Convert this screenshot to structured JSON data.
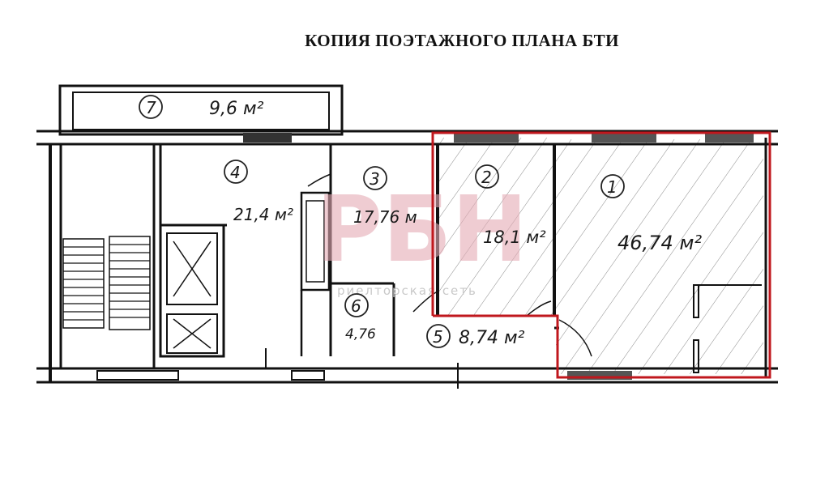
{
  "title": "КОПИЯ ПОЭТАЖНОГО ПЛАНА БТИ",
  "rooms": [
    {
      "number": "1",
      "area": "46,74 м²"
    },
    {
      "number": "2",
      "area": "18,1 м²"
    },
    {
      "number": "3",
      "area": "17,76 м"
    },
    {
      "number": "4",
      "area": "21,4 м²"
    },
    {
      "number": "5",
      "area": "8,74 м²"
    },
    {
      "number": "6",
      "area": "4,76"
    },
    {
      "number": "7",
      "area": "9,6 м²"
    }
  ],
  "watermark": {
    "logo": "РБН",
    "tagline": "риелторская сеть"
  },
  "colors": {
    "highlight": "#c0171d",
    "wall": "#111111",
    "watermark": "#e5aab4"
  }
}
